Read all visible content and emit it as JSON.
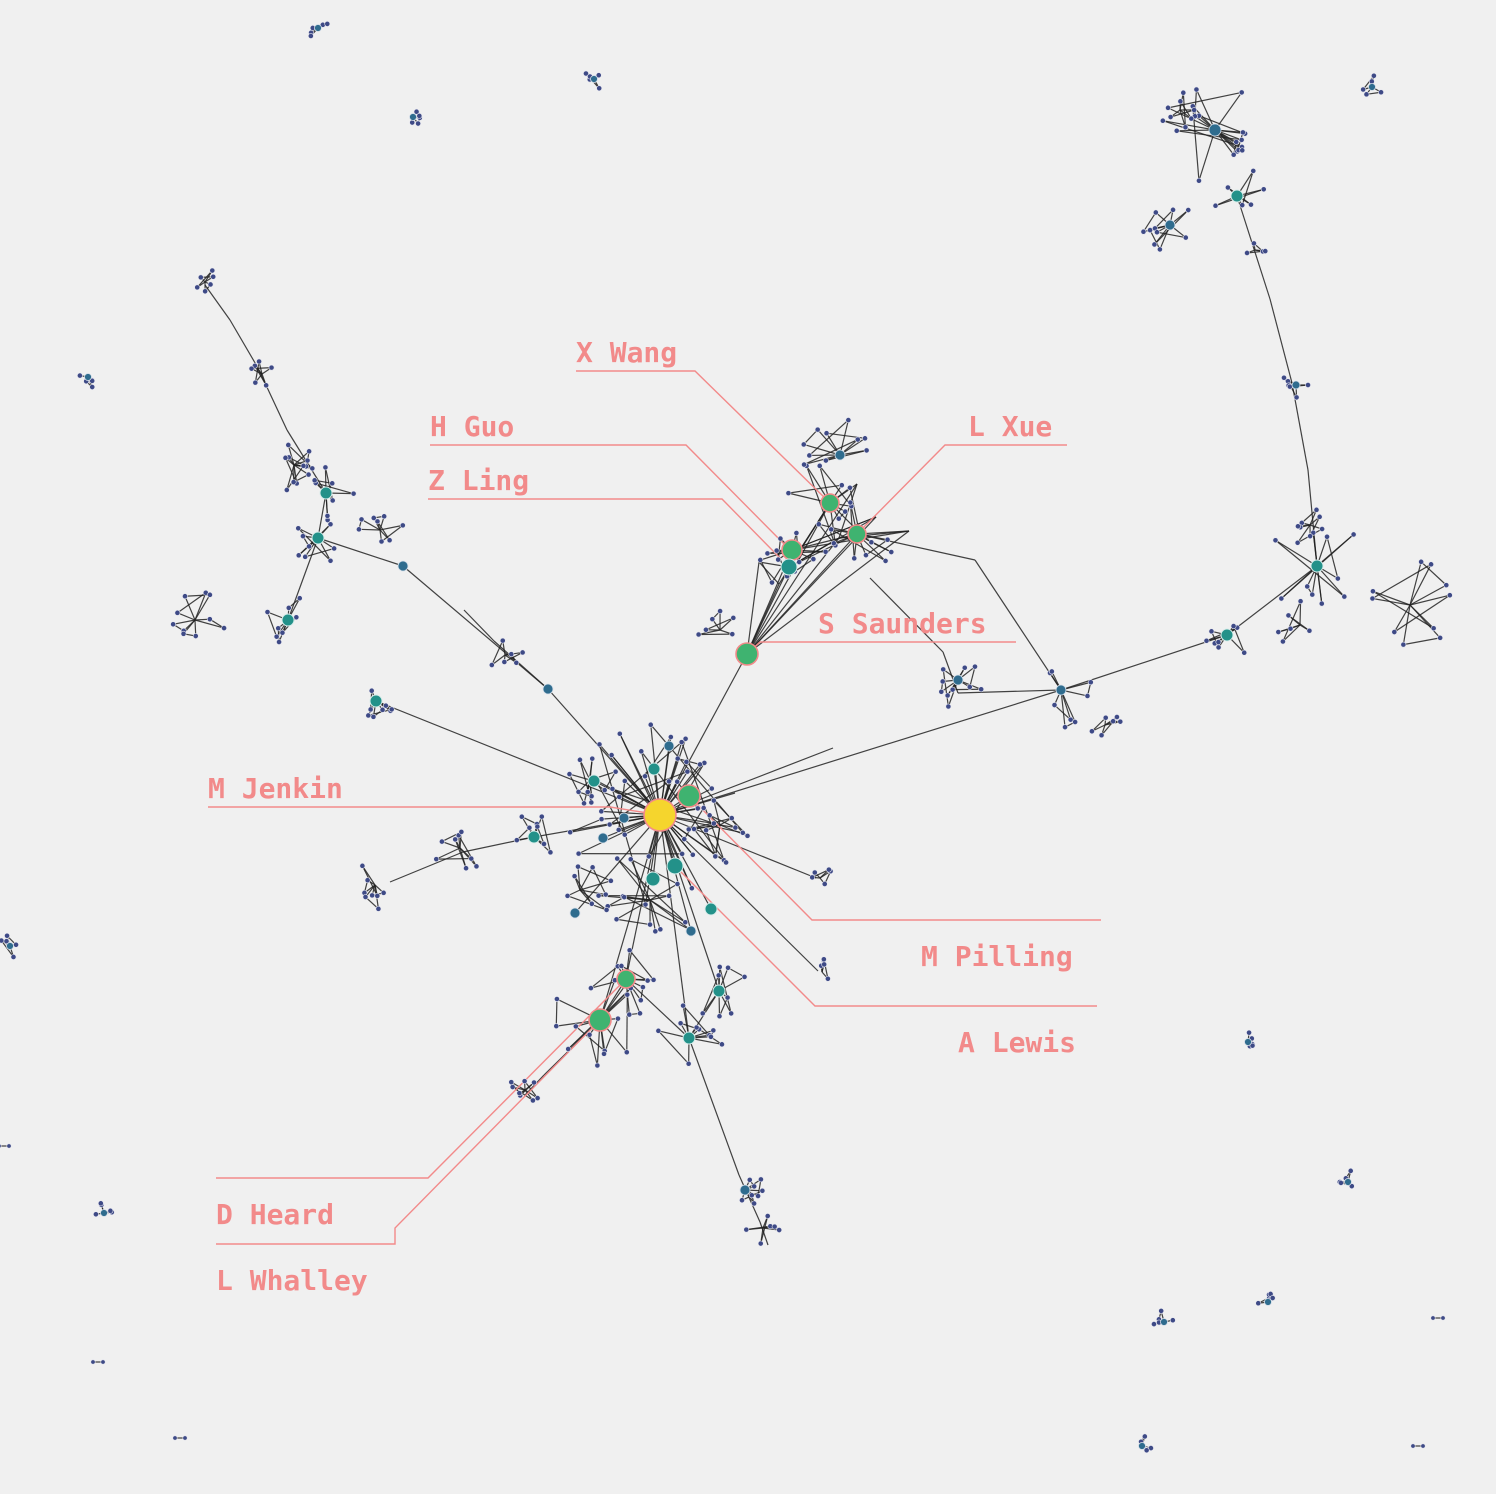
{
  "labels": {
    "x_wang": "X Wang",
    "h_guo": "H Guo",
    "z_ling": "Z Ling",
    "l_xue": "L Xue",
    "s_saunders": "S Saunders",
    "m_jenkin": "M Jenkin",
    "m_pilling": "M Pilling",
    "a_lewis": "A Lewis",
    "d_heard": "D Heard",
    "l_whalley": "L Whalley"
  },
  "colors": {
    "background": "#f0f0f0",
    "label": "#f28a8a",
    "edge": "#222222",
    "node_small": "#3e4a86",
    "node_mid": "#2f6c8e",
    "node_hub": "#239189",
    "node_key": "#3fb370",
    "node_top": "#f5d52d"
  }
}
